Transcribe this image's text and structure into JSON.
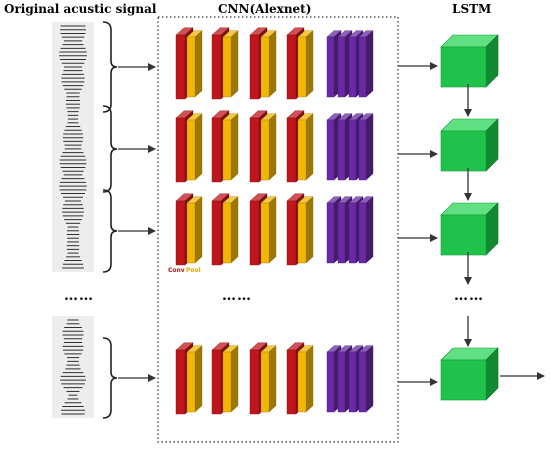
{
  "titles": {
    "signal": "Original acustic signal",
    "cnn": "CNN(Alexnet)",
    "lstm": "LSTM"
  },
  "ellipsis": {
    "signal": "……",
    "cnn": "……",
    "lstm": "……"
  },
  "legend": {
    "conv": "Conv",
    "pool": "Pool"
  },
  "colors": {
    "conv": "#c0151b",
    "pool": "#f2b705",
    "fc": "#6a2aa5",
    "lstm": "#1fc24a",
    "signal_bg": "#ebeeeb",
    "signal_line": "#2f2f2f",
    "arrow": "#333333"
  }
}
